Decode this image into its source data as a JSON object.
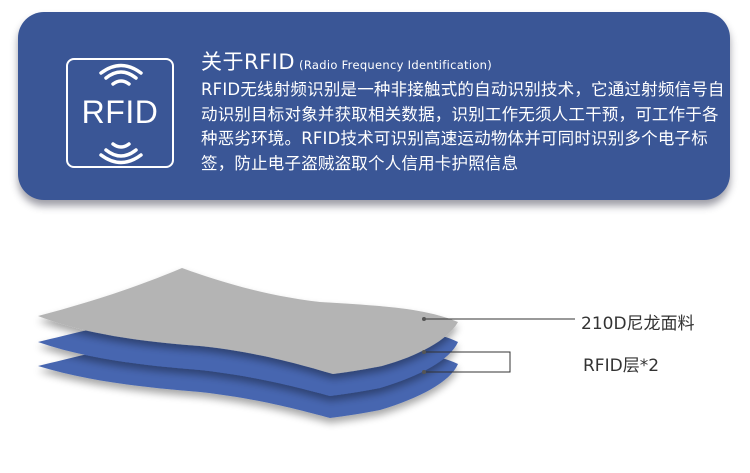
{
  "banner": {
    "logo_text": "RFID",
    "title": "关于RFID",
    "subtitle": "(Radio Frequency Identification)",
    "description": "RFID无线射频识别是一种非接触式的自动识别技术，它通过射频信号自动识别目标对象并获取相关数据，识别工作无须人工干预，可工作于各种恶劣环境。RFID技术可识别高速运动物体并可同时识别多个电子标签，防止电子盗贼盗取个人信用卡护照信息"
  },
  "diagram": {
    "labels": {
      "fabric": "210D尼龙面料",
      "rfid": "RFID层*2"
    }
  },
  "colors": {
    "banner": "#3a5696",
    "fabric": "#b4b4b4",
    "rfid_layer": "#4766b0"
  },
  "icons": {
    "logo_waves": "wifi-waves-icon"
  }
}
